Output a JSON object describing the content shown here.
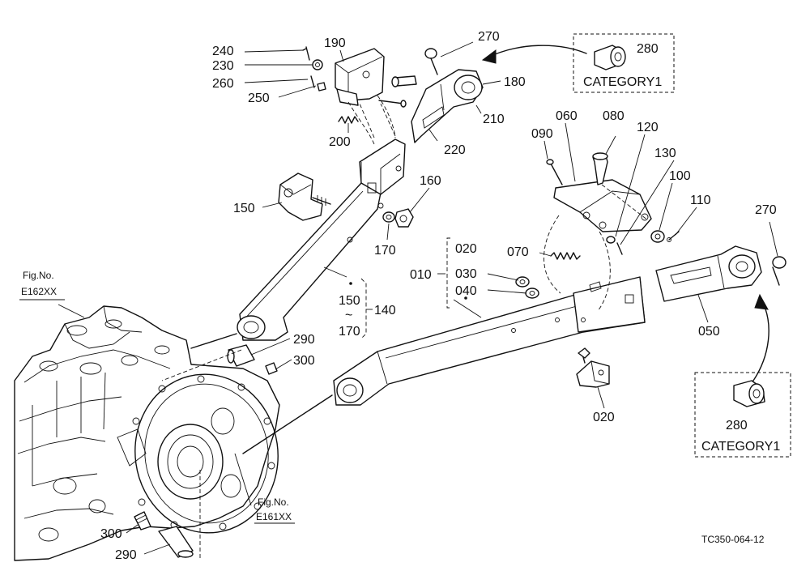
{
  "labels": {
    "p240": "240",
    "p230": "230",
    "p260": "260",
    "p250": "250",
    "p190": "190",
    "p270_top": "270",
    "p280_top": "280",
    "p180": "180",
    "p210": "210",
    "p220": "220",
    "p200": "200",
    "p090": "090",
    "p060": "060",
    "p080": "080",
    "p120": "120",
    "p130": "130",
    "p100": "100",
    "p110": "110",
    "p270_right": "270",
    "p150": "150",
    "p160": "160",
    "p170": "170",
    "p020_top": "020",
    "p010": "010",
    "p030": "030",
    "p040": "040",
    "p070": "070",
    "p050": "050",
    "p020_bottom": "020",
    "p150_range": "150",
    "p140": "140",
    "p170_range": "170",
    "p290_upper": "290",
    "p300_upper": "300",
    "p300_lower": "300",
    "p290_lower": "290",
    "p280_bottom": "280"
  },
  "categories": {
    "top": "CATEGORY1",
    "bottom": "CATEGORY1"
  },
  "figrefs": {
    "e162_title": "Fig.No.",
    "e162_code": "E162XX",
    "e161_title": "Fig.No.",
    "e161_code": "E161XX"
  },
  "drawing_code": "TC350-064-12",
  "range_tilde": "~"
}
